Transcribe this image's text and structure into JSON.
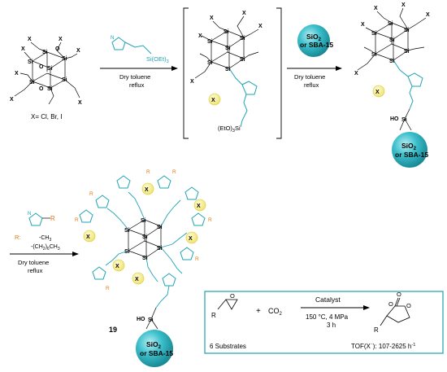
{
  "colors": {
    "teal": "#1fa3b3",
    "sphere": "#2fb7c4",
    "x_ion": "#f4ec7a",
    "r_label": "#e07a10",
    "box_border": "#1e9fb0"
  },
  "step1": {
    "reagent": "Si(OEt)",
    "reagent_sub": "3",
    "condition1": "Dry toluene",
    "condition2": "reflux"
  },
  "poss": {
    "halide": "X= Cl, Br, I",
    "si": "Si",
    "o": "O",
    "x": "X"
  },
  "intermediate": {
    "teos": "(EtO)",
    "teos_sub": "3",
    "teos_si": "Si"
  },
  "step2": {
    "sphere_line1": "SiO",
    "sphere_sub": "2",
    "sphere_line2": "or SBA-15",
    "condition1": "Dry toluene",
    "condition2": "reflux"
  },
  "product1": {
    "ho": "HO",
    "sphere_line1": "SiO",
    "sphere_sub": "2",
    "sphere_line2": "or SBA-15"
  },
  "step3": {
    "r_label": "R",
    "r_colon": "R:",
    "r1": "-CH",
    "r1_sub": "3",
    "r2": "-(CH",
    "r2_sub1": "2",
    "r2_mid": ")",
    "r2_sub2": "6",
    "r2_end": "CH",
    "r2_sub3": "3",
    "condition1": "Dry toluene",
    "condition2": "reflux"
  },
  "product2": {
    "number": "19",
    "ho": "HO",
    "sphere_line1": "SiO",
    "sphere_sub": "2",
    "sphere_line2": "or SBA-15"
  },
  "reaction_box": {
    "plus": "+",
    "co2": "CO",
    "co2_sub": "2",
    "catalyst": "Catalyst",
    "conditions": "150 °C, 4 MPa",
    "time": "3 h",
    "substrates": "6 Substrates",
    "tof": "TOF(X",
    "tof_rest": "): 107-2625 h",
    "tof_sup": "-1",
    "r": "R",
    "o": "O"
  }
}
